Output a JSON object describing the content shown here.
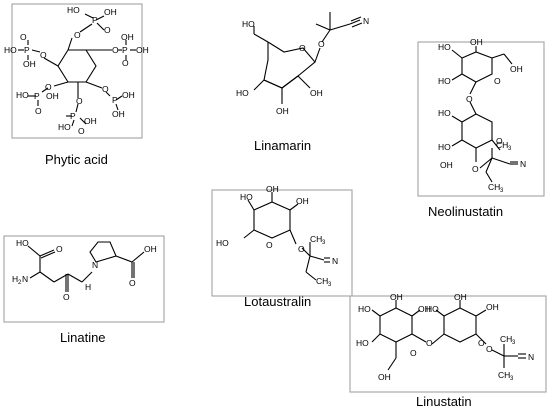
{
  "figure": {
    "phytic": {
      "caption": "Phytic acid",
      "atoms": {
        "oh": "OH",
        "o": "O",
        "p": "P",
        "ho": "HO"
      }
    },
    "linamarin": {
      "caption": "Linamarin",
      "atoms": {
        "oh": "OH",
        "ho": "HO",
        "o": "O",
        "n": "N"
      }
    },
    "neolinustatin": {
      "caption": "Neolinustatin",
      "atoms": {
        "oh": "OH",
        "ho": "HO",
        "o": "O",
        "ch3": "CH",
        "sub3": "3",
        "n": "N"
      }
    },
    "linatine": {
      "caption": "Linatine",
      "atoms": {
        "ho": "HO",
        "o": "O",
        "h2n": "H",
        "sub2": "2",
        "n2": "N",
        "oh": "OH",
        "n": "N",
        "h": "H"
      }
    },
    "lotaustralin": {
      "caption": "Lotaustralin",
      "atoms": {
        "oh": "OH",
        "ho": "HO",
        "o": "O",
        "ch3": "CH",
        "sub3": "3",
        "n": "N"
      }
    },
    "linustatin": {
      "caption": "Linustatin",
      "atoms": {
        "oh": "OH",
        "ho": "HO",
        "o": "O",
        "ch3": "CH",
        "sub3": "3",
        "n": "N"
      }
    }
  }
}
